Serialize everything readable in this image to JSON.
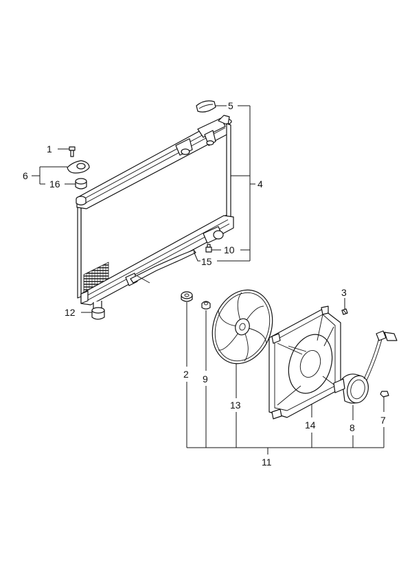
{
  "callouts": {
    "c1": "1",
    "c2": "2",
    "c3": "3",
    "c4": "4",
    "c5": "5",
    "c6": "6",
    "c7": "7",
    "c8": "8",
    "c9": "9",
    "c10": "10",
    "c11": "11",
    "c12": "12",
    "c13": "13",
    "c14": "14",
    "c15": "15",
    "c16": "16"
  },
  "colors": {
    "line": "#111111",
    "background": "#ffffff"
  }
}
